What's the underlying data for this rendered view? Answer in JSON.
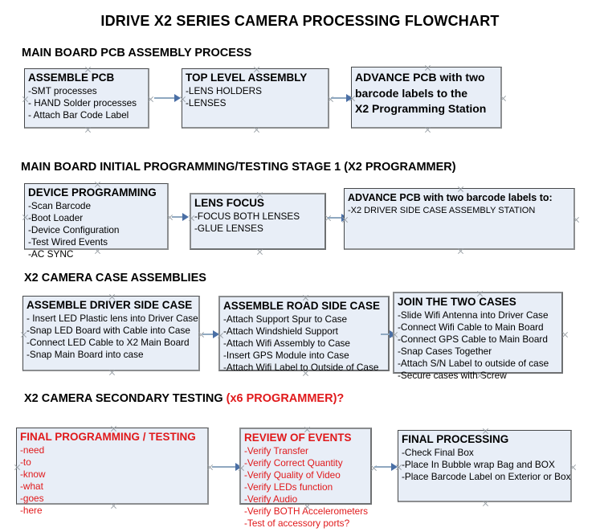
{
  "document": {
    "title": "IDRIVE X2  SERIES CAMERA PROCESSING FLOWCHART"
  },
  "accent_colors": {
    "red": "#e0191b",
    "box_fill": "#e8eef7",
    "box_border": "#46484a",
    "connector": "#8fa8c0",
    "arrowhead": "#4a6fa5"
  },
  "sections": [
    {
      "heading": "MAIN BOARD PCB ASSEMBLY PROCESS",
      "heading_accent": "",
      "boxes": [
        {
          "title": "ASSEMBLE PCB",
          "lines": [
            "-SMT processes",
            "- HAND Solder processes",
            "- Attach Bar Code Label"
          ]
        },
        {
          "title": "TOP LEVEL ASSEMBLY",
          "lines": [
            "-LENS HOLDERS",
            "-LENSES"
          ]
        },
        {
          "title": "ADVANCE PCB with two",
          "lines": [
            "barcode labels to the",
            " X2 Programming Station"
          ]
        }
      ]
    },
    {
      "heading": "MAIN BOARD INITIAL PROGRAMMING/TESTING STAGE 1 (X2 PROGRAMMER)",
      "heading_accent": "",
      "boxes": [
        {
          "title": "DEVICE PROGRAMMING",
          "lines": [
            "-Scan Barcode",
            "-Boot Loader",
            "-Device Configuration",
            "-Test Wired Events",
            "-AC SYNC"
          ]
        },
        {
          "title": "LENS FOCUS",
          "lines": [
            "-FOCUS BOTH LENSES",
            "-GLUE LENSES"
          ]
        },
        {
          "title": "ADVANCE PCB with two barcode labels to:",
          "lines": [
            "-X2 DRIVER  SIDE  CASE  ASSEMBLY STATION"
          ]
        }
      ]
    },
    {
      "heading": "X2 CAMERA CASE ASSEMBLIES",
      "heading_accent": "",
      "boxes": [
        {
          "title": "ASSEMBLE DRIVER SIDE CASE",
          "lines": [
            "- Insert LED Plastic lens into Driver Case",
            "-Snap LED Board with Cable into Case",
            "-Connect LED Cable to X2 Main Board",
            "-Snap Main Board into case"
          ]
        },
        {
          "title": "ASSEMBLE ROAD SIDE CASE",
          "lines": [
            "-Attach Support Spur to Case",
            "-Attach Windshield Support",
            "-Attach Wifi Assembly to Case",
            "-Insert GPS Module into Case",
            "-Attach Wifi Label to Outside of Case"
          ]
        },
        {
          "title": "JOIN THE TWO CASES",
          "lines": [
            "-Slide Wifi Antenna into Driver Case",
            "-Connect Wifi Cable to Main Board",
            "-Connect GPS Cable to Main Board",
            "-Snap Cases Together",
            "-Attach S/N Label to outside of case",
            "-Secure cases with Screw"
          ]
        }
      ]
    },
    {
      "heading": "X2 CAMERA SECONDARY TESTING ",
      "heading_accent": "(x6 PROGRAMMER)?",
      "boxes": [
        {
          "title": "FINAL PROGRAMMING / TESTING",
          "lines": [
            "-need",
            "-to",
            "-know",
            "-what",
            "-goes",
            "-here"
          ]
        },
        {
          "title": "REVIEW OF EVENTS",
          "lines": [
            "-Verify Transfer",
            "-Verify Correct Quantity",
            "-Verify Quality of Video",
            "-Verify LEDs function",
            "-Verify Audio",
            "-Verify BOTH Accelerometers",
            "-Test of accessory ports?"
          ]
        },
        {
          "title": "FINAL PROCESSING",
          "lines": [
            " -Check Final Box",
            "-Place In Bubble wrap Bag and BOX",
            "-Place Barcode Label on Exterior or Box"
          ]
        }
      ]
    }
  ]
}
